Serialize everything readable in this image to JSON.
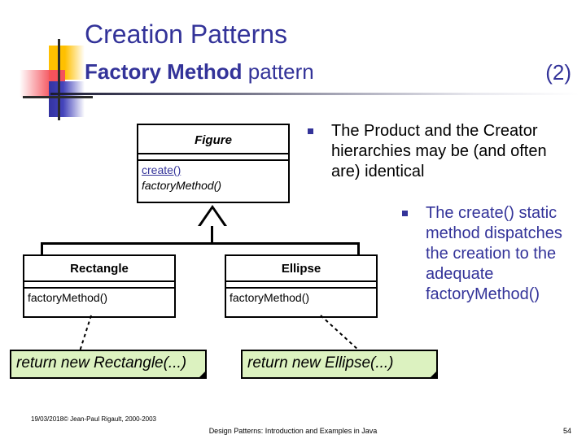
{
  "slide": {
    "title": "Creation Patterns",
    "subtitle_bold": "Factory Method",
    "subtitle_rest": " pattern",
    "header_number": "(2)"
  },
  "diagram": {
    "superclass": {
      "name": "Figure",
      "operations": [
        {
          "label": "create()",
          "kind": "static"
        },
        {
          "label": "factoryMethod()",
          "kind": "abstract"
        }
      ]
    },
    "subclasses": [
      {
        "name": "Rectangle",
        "operations": [
          {
            "label": "factoryMethod()",
            "kind": "concrete"
          }
        ],
        "note": "return new Rectangle(...)"
      },
      {
        "name": "Ellipse",
        "operations": [
          {
            "label": "factoryMethod()",
            "kind": "concrete"
          }
        ],
        "note": "return new Ellipse(...)"
      }
    ],
    "note_fill_color": "#DCF2C0",
    "relationship": "generalization"
  },
  "bullets": [
    {
      "text": "The Product and the Creator hierarchies may be (and often are) identical",
      "color": "#000000"
    },
    {
      "text": "The create() static method dispatches the creation to the adequate factoryMethod()",
      "color": "#333399"
    }
  ],
  "footer": {
    "date_and_copyright": "19/03/2018© Jean-Paul Rigault, 2000-2003",
    "center": "Design Patterns: Introduction and Examples in Java",
    "page_number": "54"
  },
  "colors": {
    "heading": "#333399",
    "logo_yellow": "#FFC000",
    "logo_red": "#F4525C",
    "logo_blue": "#3333A0"
  }
}
